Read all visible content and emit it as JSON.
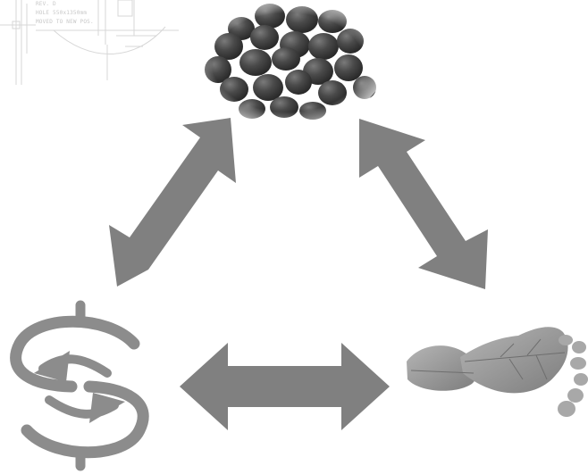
{
  "blueprint": {
    "lines": [
      "REV. D",
      "HOLE 550x1350mm",
      "MOVED TO NEW POS."
    ]
  },
  "nodes": [
    {
      "id": "pellets",
      "icon": "pellets-image"
    },
    {
      "id": "money-exchange",
      "icon": "dollar-exchange-icon"
    },
    {
      "id": "leaf-footprint",
      "icon": "leaf-footprint-image"
    }
  ],
  "connections": [
    {
      "from": "pellets",
      "to": "money-exchange",
      "style": "double-arrow"
    },
    {
      "from": "pellets",
      "to": "leaf-footprint",
      "style": "double-arrow"
    },
    {
      "from": "money-exchange",
      "to": "leaf-footprint",
      "style": "double-arrow"
    }
  ],
  "colors": {
    "arrow": "#808080",
    "icon": "#8c8c8c",
    "pellet_dark": "#3a3a3a",
    "pellet_mid": "#555555",
    "leaf": "#9a9a9a"
  }
}
